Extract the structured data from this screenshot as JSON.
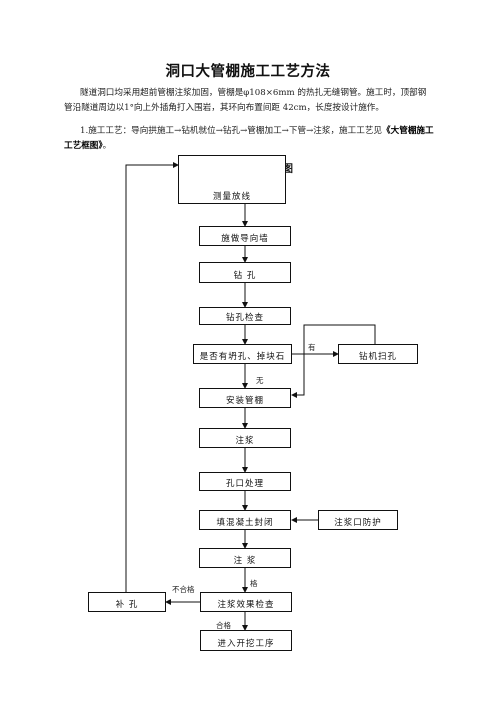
{
  "doc": {
    "title": "洞口大管棚施工工艺方法",
    "para1": "隧道洞口均采用超前管棚注浆加固，管棚是φ108×6mm 的热扎无缝钢管。施工时，顶部钢管沿隧道周边以1°向上外插角打入围岩，其环向布置间距 42cm，长度按设计施作。",
    "para2_prefix": "1.施工工艺：导向拱施工→钻机就位→钻孔→管棚加工→下管→注浆，施工工艺见",
    "para2_ref": "《大管棚施工工艺框图》",
    "para2_suffix": "。"
  },
  "chart": {
    "title": "大管棚施工工艺框图",
    "steps": [
      "测量放线",
      "施做导向墙",
      "钻  孔",
      "钻孔检查",
      "是否有坍孔、掉块石",
      "安装管棚",
      "注浆",
      "孔口处理",
      "填混凝土封闭",
      "注  浆",
      "注浆效果检查",
      "进入开挖工序"
    ],
    "side_boxes": {
      "redrill": "钻机扫孔",
      "anti_leak": "注浆口防护",
      "rebore": "补  孔"
    },
    "labels": {
      "yes": "有",
      "no": "无",
      "pass": "合格",
      "fail": "不合格",
      "fail2": "格"
    }
  }
}
